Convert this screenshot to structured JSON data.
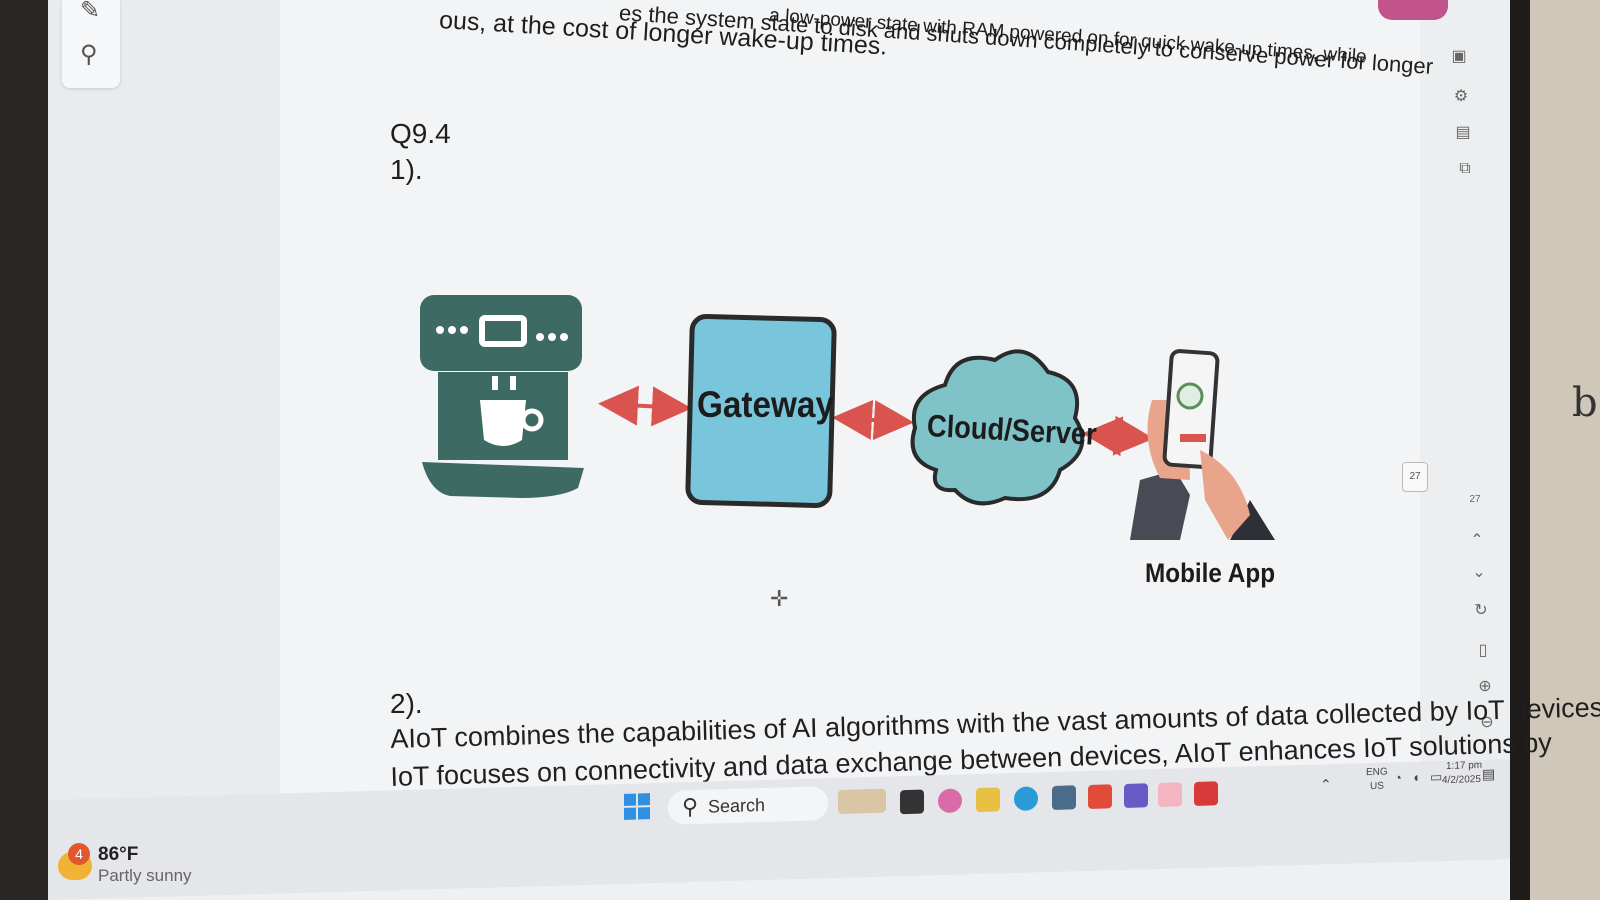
{
  "document": {
    "top_lines": [
      "a low-power state with RAM powered on for quick wake-up times, while",
      "es the system state to disk and shuts down completely to conserve power for longer",
      "ous, at the cost of longer wake-up times."
    ],
    "question": "Q9.4",
    "part1": "1).",
    "part2": "2).",
    "paragraph": [
      "AIoT combines the capabilities of AI algorithms with the vast amounts of data collected by IoT devices. While",
      "IoT focuses on connectivity and data exchange between devices, AIoT enhances IoT solutions by"
    ]
  },
  "diagram": {
    "nodes": {
      "device_icon": "coffee-machine-icon",
      "gateway": "Gateway",
      "cloud": "Cloud/Server",
      "mobile": "Mobile App"
    },
    "colors": {
      "arrow": "#d9534f",
      "coffee": "#3d6b63",
      "gateway_fill": "#79c6dc",
      "cloud_fill": "#7fc3c9",
      "outline": "#2a2a2a"
    }
  },
  "viewer": {
    "page_number": "27",
    "page_number_small": "27"
  },
  "taskbar": {
    "search_placeholder": "Search",
    "weather_temp": "86°F",
    "weather_desc": "Partly sunny",
    "weather_badge": "4",
    "lang_top": "ENG",
    "lang_bottom": "US",
    "time": "1:17 pm",
    "date": "4/2/2025"
  }
}
